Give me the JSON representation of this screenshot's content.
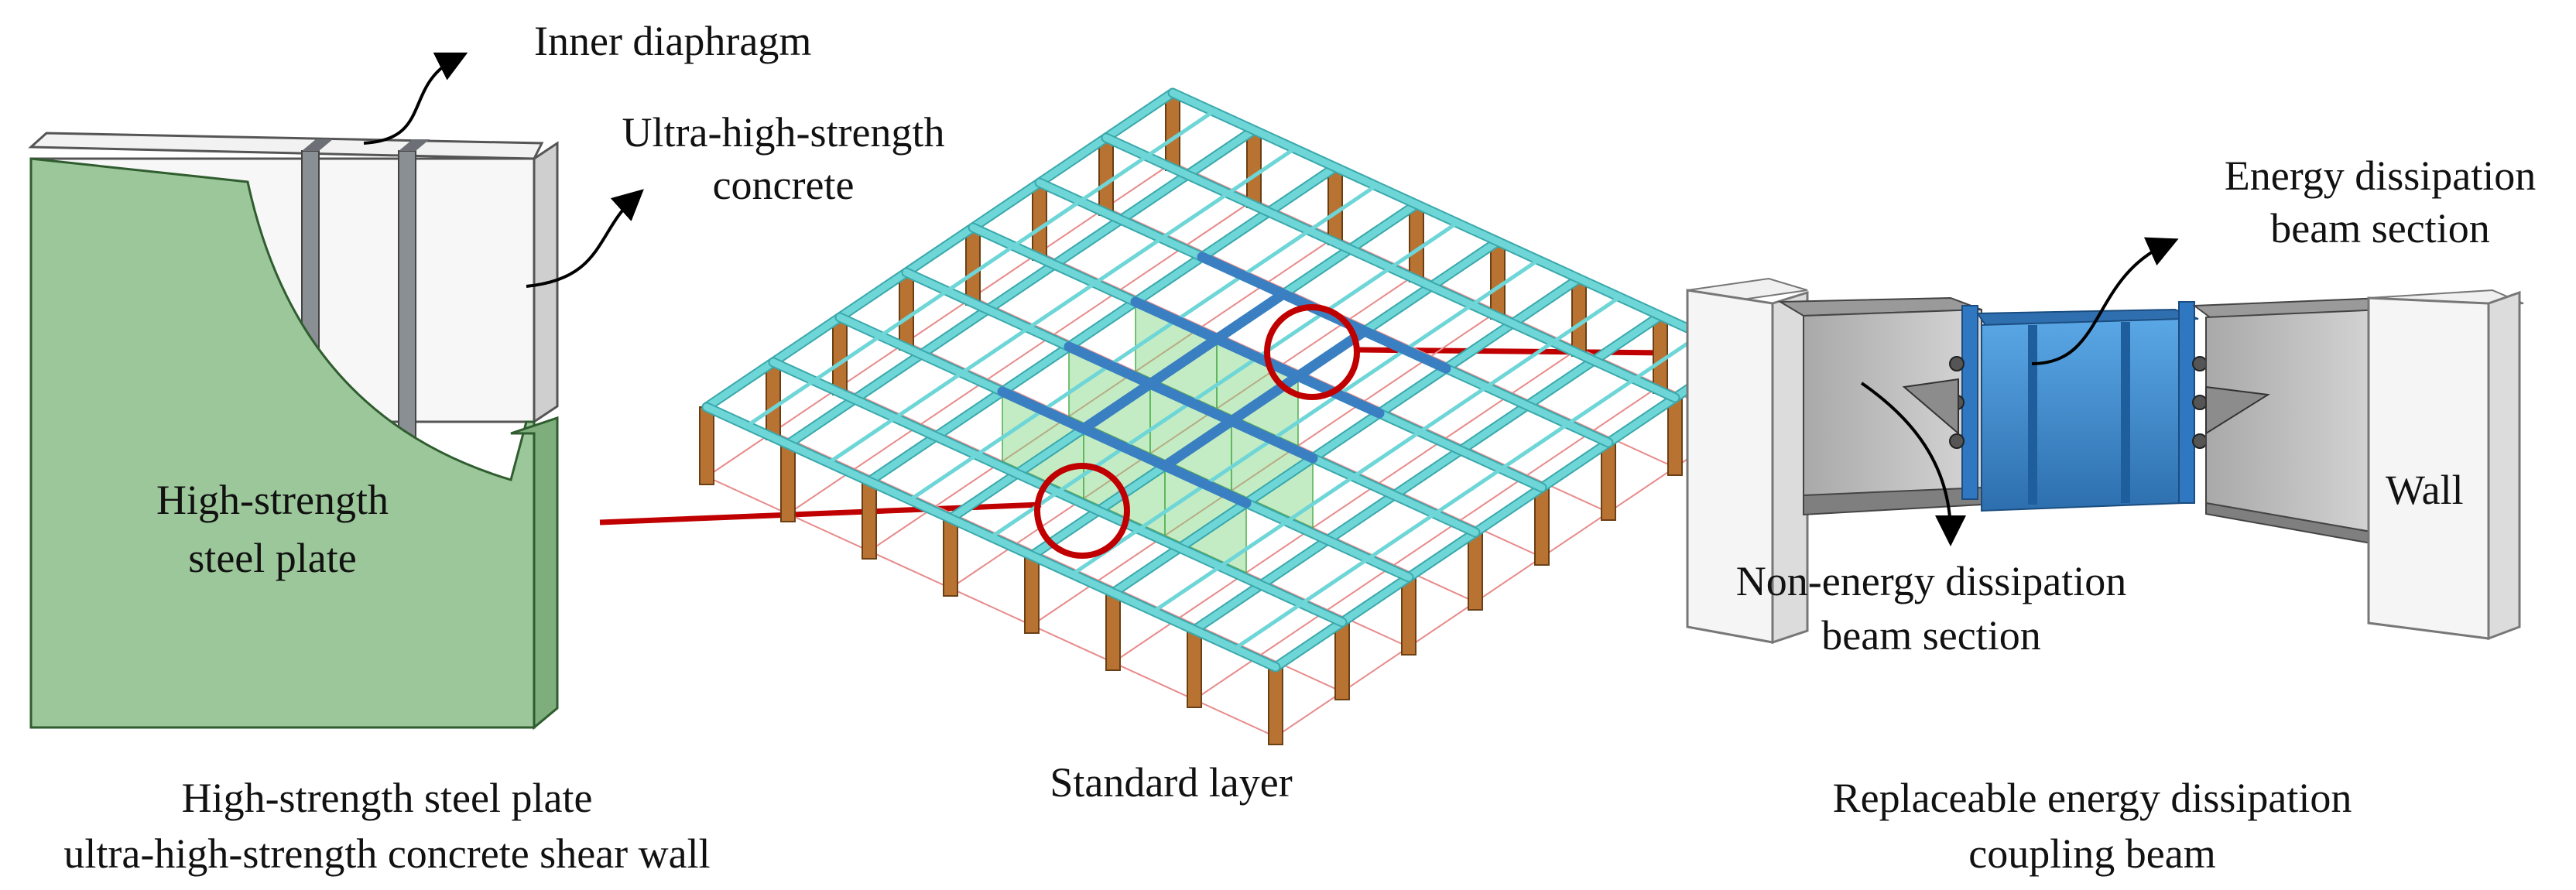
{
  "labels": {
    "inner_diaphragm": "Inner diaphragm",
    "uhsc_line1": "Ultra-high-strength",
    "uhsc_line2": "concrete",
    "hssp_line1": "High-strength",
    "hssp_line2": "steel plate",
    "energy_line1": "Energy dissipation",
    "energy_line2": "beam section",
    "wall": "Wall",
    "non_energy_line1": "Non-energy dissipation",
    "non_energy_line2": "beam section"
  },
  "captions": {
    "left_line1": "High-strength steel plate",
    "left_line2": "ultra-high-strength concrete shear wall",
    "center": "Standard layer",
    "right_line1": "Replaceable energy dissipation",
    "right_line2": "coupling beam"
  },
  "colors": {
    "steel_plate_green": "#9cc79a",
    "concrete_grey": "#d9d9d9",
    "frame_cyan": "#6fd6d8",
    "core_blue": "#3a7fc1",
    "core_green": "#7dd57d",
    "column_brown": "#b87333",
    "grid_red": "#e88a8a",
    "highlight_red": "#c00000",
    "beam_blue": "#3c8fd6"
  }
}
